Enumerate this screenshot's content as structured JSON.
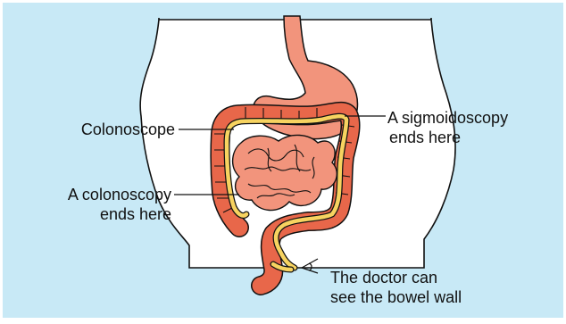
{
  "labels": {
    "colonoscope": "Colonoscope",
    "sigmoidoscopy_end": [
      "A sigmoidoscopy",
      "ends here"
    ],
    "colonoscopy_end": [
      "A colonoscopy",
      "ends here"
    ],
    "doctor_view": [
      "The doctor can",
      "see the bowel wall"
    ]
  },
  "colors": {
    "background": "#c8e9f6",
    "body": "#ffffff",
    "outline": "#111111",
    "organ_fill": "#f2947c",
    "organ_dark": "#e8674a",
    "scope": "#f7d360"
  },
  "icons": {
    "viewer": "eye-icon"
  }
}
